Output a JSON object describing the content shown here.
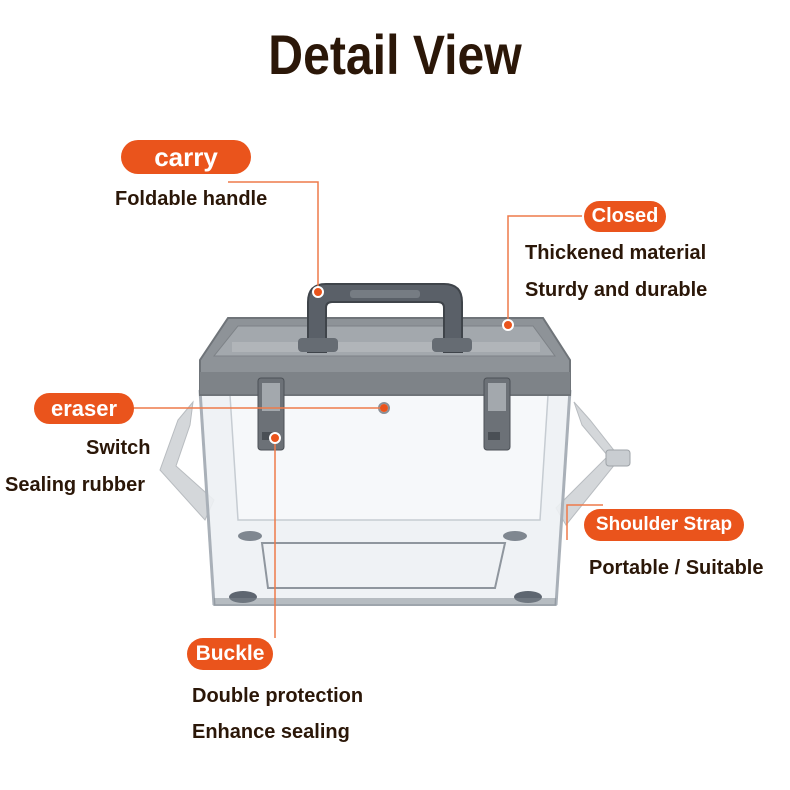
{
  "title": "Detail View",
  "colors": {
    "accent": "#ea541c",
    "text": "#2b1708",
    "leader_line": "#ee7a4a"
  },
  "labels": {
    "carry": {
      "tag": "carry",
      "lines": [
        "Foldable handle"
      ]
    },
    "closed": {
      "tag": "Closed",
      "lines": [
        "Thickened material",
        "Sturdy and durable"
      ]
    },
    "eraser": {
      "tag": "eraser",
      "lines": [
        "Switch",
        "Sealing rubber"
      ]
    },
    "shoulder_strap": {
      "tag": "Shoulder Strap",
      "lines": [
        "Portable / Suitable"
      ]
    },
    "buckle": {
      "tag": "Buckle",
      "lines": [
        "Double protection",
        "Enhance sealing"
      ]
    }
  }
}
